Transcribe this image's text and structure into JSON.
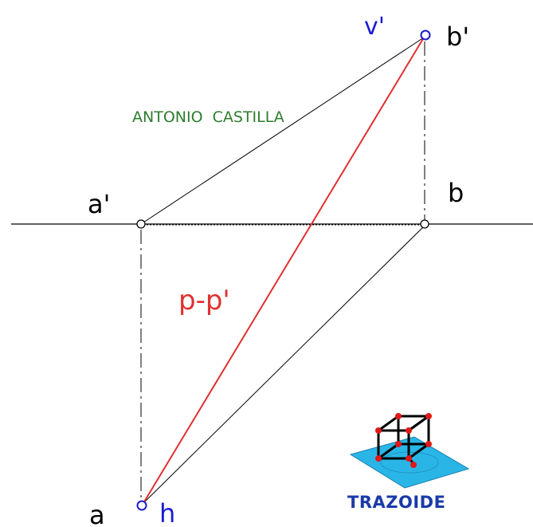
{
  "labels": {
    "v_prime": "v'",
    "b_prime": "b'",
    "a_prime": "a'",
    "b": "b",
    "p_p_prime": "p-p'",
    "a": "a",
    "h": "h"
  },
  "watermark": "ANTONIO  CASTILLA",
  "logo": {
    "text": "TRAZOIDE",
    "icon": "cube-on-plane-icon"
  },
  "colors": {
    "line": "#000000",
    "red_line": "#e03030",
    "point_blue": "#1c1cd0",
    "label_blue": "#1c1cd0",
    "label_red": "#e03030",
    "watermark": "#2e7d2e",
    "logo_text": "#1a3aa8",
    "logo_plane": "#29b6e6",
    "logo_node": "#e01818"
  }
}
